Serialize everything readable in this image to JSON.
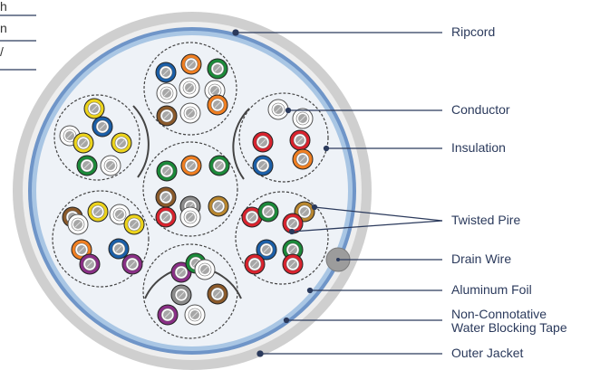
{
  "fragment_lines": [
    "h",
    "n",
    "/"
  ],
  "labels": {
    "ripcord": "Ripcord",
    "conductor": "Conductor",
    "insulation": "Insulation",
    "twisted_pair": "Twisted Pire",
    "drain_wire": "Drain Wire",
    "aluminum_foil": "Aluminum Foil",
    "water_tape_line1": "Non-Connotative",
    "water_tape_line2": "Water Blocking Tape",
    "outer_jacket": "Outer Jacket"
  },
  "colors": {
    "outer_jacket": "#cfcfcf",
    "aluminum_foil": "#6f95c8",
    "water_tape": "#a9c6e4",
    "core": "#eef2f7",
    "leader": "#2b3a5c",
    "drain_wire": "#9c9c9c",
    "conductor": "#a6a6a6",
    "wire_colors": {
      "blue": "#1b5fa8",
      "green": "#1c8a3a",
      "orange": "#f07f22",
      "brown": "#8b5a2b",
      "gray": "#8c8c8c",
      "red": "#d9232e",
      "yellow": "#ecd31c",
      "purple": "#8a2f86",
      "gold": "#b8862e",
      "white": "#ffffff"
    }
  }
}
